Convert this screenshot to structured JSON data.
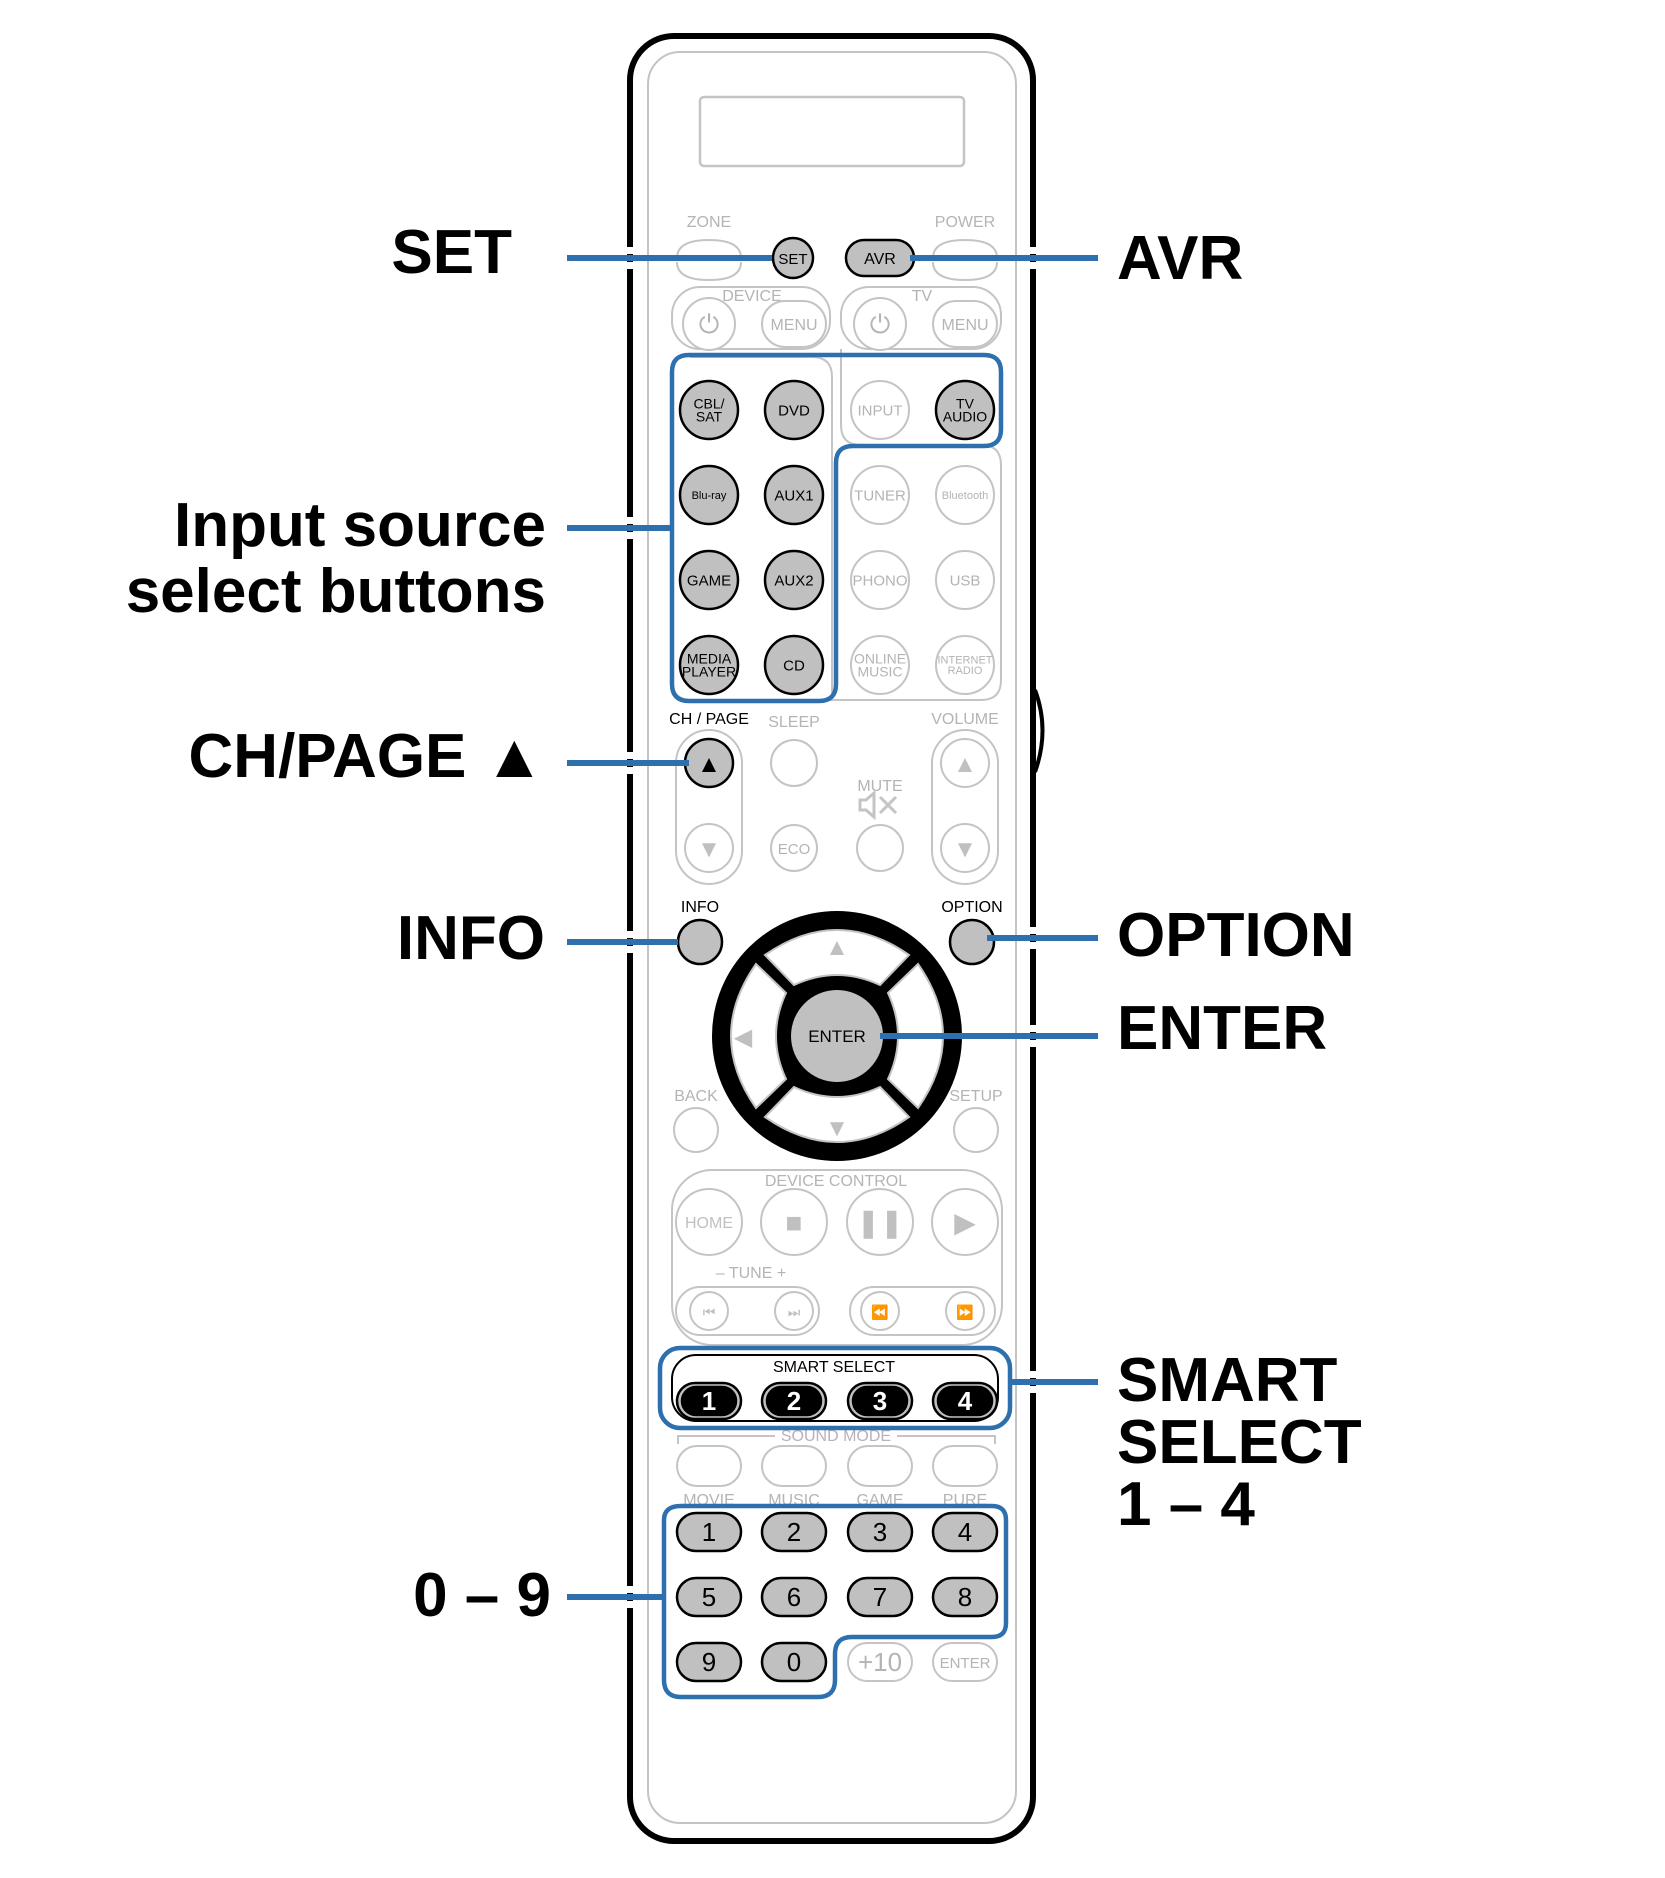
{
  "colors": {
    "callout_line": "#2e6fae",
    "outline_dark": "#000000",
    "outline_light": "#c4c4c4",
    "button_highlight_fill": "#c0c0c0",
    "text_light": "#b4b4b4",
    "text_dark": "#000000"
  },
  "callouts": {
    "set": "SET",
    "avr": "AVR",
    "input_source": "Input source\nselect buttons",
    "ch_page_up": "CH/PAGE ▲",
    "info": "INFO",
    "option": "OPTION",
    "enter": "ENTER",
    "smart_select": "SMART\nSELECT\n1 – 4",
    "numbers": "0 – 9"
  },
  "remote": {
    "section_labels": {
      "zone": "ZONE",
      "power": "POWER",
      "device": "DEVICE",
      "tv": "TV",
      "ch_page": "CH / PAGE",
      "sleep": "SLEEP",
      "volume": "VOLUME",
      "mute": "MUTE",
      "info": "INFO",
      "option": "OPTION",
      "back": "BACK",
      "setup": "SETUP",
      "device_control": "DEVICE CONTROL",
      "tune": "–  TUNE  +",
      "smart_select": "SMART SELECT",
      "sound_mode": "SOUND MODE"
    },
    "top_buttons": [
      {
        "id": "zone",
        "label": "",
        "highlight": false
      },
      {
        "id": "set",
        "label": "SET",
        "highlight": true
      },
      {
        "id": "avr",
        "label": "AVR",
        "highlight": true
      },
      {
        "id": "power",
        "label": "",
        "highlight": false
      }
    ],
    "device_buttons": [
      {
        "id": "device-power",
        "label": "⏻",
        "highlight": false
      },
      {
        "id": "device-menu",
        "label": "MENU",
        "highlight": false
      },
      {
        "id": "tv-power",
        "label": "⏻",
        "highlight": false
      },
      {
        "id": "tv-menu",
        "label": "MENU",
        "highlight": false
      }
    ],
    "input_rows": [
      [
        {
          "id": "cbl-sat",
          "lines": [
            "CBL/",
            "SAT"
          ],
          "highlight": true
        },
        {
          "id": "dvd",
          "lines": [
            "DVD"
          ],
          "highlight": true
        },
        {
          "id": "input",
          "lines": [
            "INPUT"
          ],
          "highlight": false
        },
        {
          "id": "tv-audio",
          "lines": [
            "TV",
            "AUDIO"
          ],
          "highlight": true
        }
      ],
      [
        {
          "id": "blu-ray",
          "lines": [
            "Blu-ray"
          ],
          "highlight": true
        },
        {
          "id": "aux1",
          "lines": [
            "AUX1"
          ],
          "highlight": true
        },
        {
          "id": "tuner",
          "lines": [
            "TUNER"
          ],
          "highlight": false
        },
        {
          "id": "bluetooth",
          "lines": [
            "Bluetooth"
          ],
          "highlight": false
        }
      ],
      [
        {
          "id": "game",
          "lines": [
            "GAME"
          ],
          "highlight": true
        },
        {
          "id": "aux2",
          "lines": [
            "AUX2"
          ],
          "highlight": true
        },
        {
          "id": "phono",
          "lines": [
            "PHONO"
          ],
          "highlight": false
        },
        {
          "id": "usb",
          "lines": [
            "USB"
          ],
          "highlight": false
        }
      ],
      [
        {
          "id": "media-player",
          "lines": [
            "MEDIA",
            "PLAYER"
          ],
          "highlight": true
        },
        {
          "id": "cd",
          "lines": [
            "CD"
          ],
          "highlight": true
        },
        {
          "id": "online-music",
          "lines": [
            "ONLINE",
            "MUSIC"
          ],
          "highlight": false
        },
        {
          "id": "internet-radio",
          "lines": [
            "INTERNET",
            "RADIO"
          ],
          "highlight": false
        }
      ]
    ],
    "ch_page_up_symbol": "▲",
    "ch_page_down_symbol": "▼",
    "eco_label": "ECO",
    "mute_symbol": "🔇︎",
    "volume_up_symbol": "▲",
    "volume_down_symbol": "▼",
    "dpad": {
      "enter_label": "ENTER",
      "up_symbol": "▲",
      "down_symbol": "▼",
      "left_symbol": "◀",
      "right_symbol": ""
    },
    "device_control_buttons": [
      {
        "id": "home",
        "label": "HOME"
      },
      {
        "id": "stop",
        "label": "■"
      },
      {
        "id": "pause",
        "label": "❚❚"
      },
      {
        "id": "play",
        "label": "▶"
      }
    ],
    "tune_buttons": [
      {
        "id": "tune-minus",
        "label": "⏮"
      },
      {
        "id": "tune-plus",
        "label": "⏭"
      },
      {
        "id": "rewind",
        "label": "⏪"
      },
      {
        "id": "fast-forward",
        "label": "⏩"
      }
    ],
    "smart_select_buttons": [
      "1",
      "2",
      "3",
      "4"
    ],
    "sound_mode_buttons": [
      "MOVIE",
      "MUSIC",
      "GAME",
      "PURE"
    ],
    "numeric_rows": [
      [
        {
          "label": "1",
          "highlight": true
        },
        {
          "label": "2",
          "highlight": true
        },
        {
          "label": "3",
          "highlight": true
        },
        {
          "label": "4",
          "highlight": true
        }
      ],
      [
        {
          "label": "5",
          "highlight": true
        },
        {
          "label": "6",
          "highlight": true
        },
        {
          "label": "7",
          "highlight": true
        },
        {
          "label": "8",
          "highlight": true
        }
      ],
      [
        {
          "label": "9",
          "highlight": true
        },
        {
          "label": "0",
          "highlight": true
        },
        {
          "label": "+10",
          "highlight": false
        },
        {
          "label": "ENTER",
          "highlight": false
        }
      ]
    ]
  }
}
